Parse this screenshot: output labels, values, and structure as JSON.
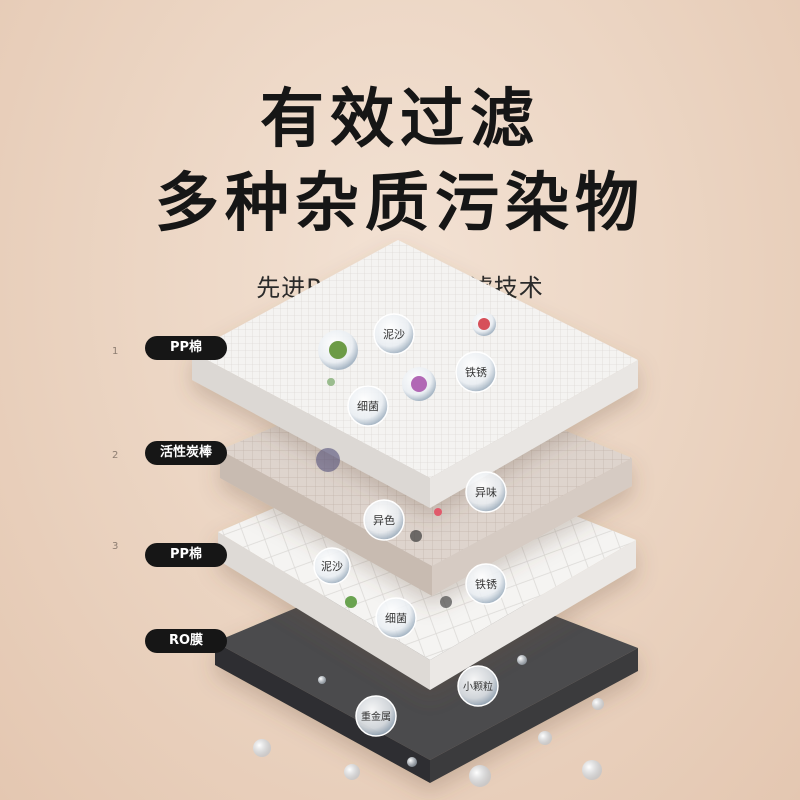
{
  "header": {
    "title_line1": "有效过滤",
    "title_line2": "多种杂质污染物",
    "subtitle": "先进RO膜反渗透过滤技术"
  },
  "layers": [
    {
      "index": "1",
      "label": "PP棉",
      "fill": "#f4f3f1"
    },
    {
      "index": "2",
      "label": "活性炭棒",
      "fill": "#ded4cd"
    },
    {
      "index": "3",
      "label": "PP棉",
      "fill": "#f5f4f2"
    },
    {
      "index": "",
      "label": "RO膜",
      "fill": "#4b4b4d"
    }
  ],
  "bubbles": [
    {
      "label": "泥沙"
    },
    {
      "label": "铁锈"
    },
    {
      "label": "细菌"
    },
    {
      "label": "异味"
    },
    {
      "label": "异色"
    },
    {
      "label": "泥沙"
    },
    {
      "label": "铁锈"
    },
    {
      "label": "细菌"
    },
    {
      "label": "小颗粒"
    },
    {
      "label": "重金属"
    }
  ],
  "colors": {
    "tag_bg": "#161616",
    "tag_text": "#ffffff",
    "title_text": "#161616"
  }
}
